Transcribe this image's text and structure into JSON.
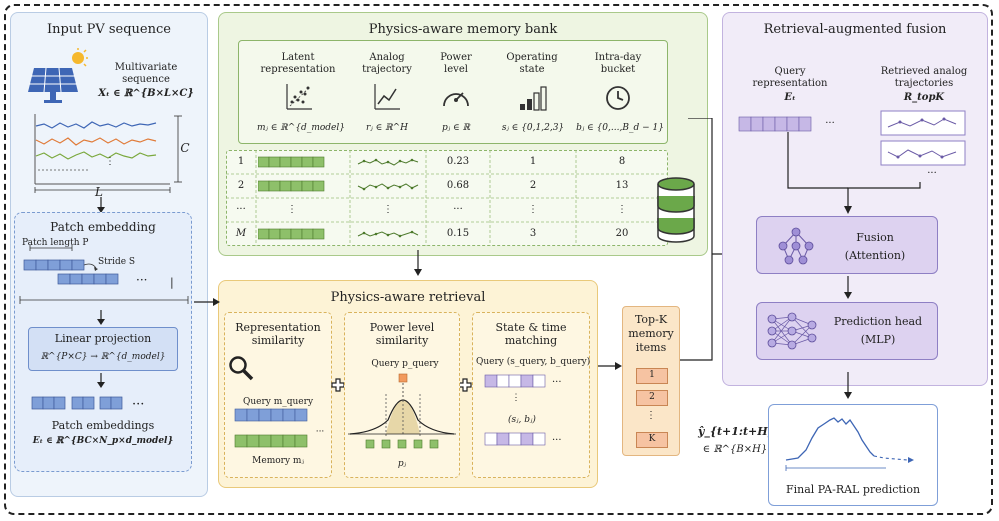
{
  "input_panel": {
    "title": "Input PV sequence",
    "mv_label": "Multivariate",
    "mv_label2": "sequence",
    "mv_formula": "Xₜ ∈ ℝ^{B×L×C}",
    "axis_c": "C",
    "axis_l": "L",
    "dots": "⋮"
  },
  "patch_panel": {
    "title": "Patch embedding",
    "patch_length": "Patch length P",
    "stride": "Stride S",
    "linear_title": "Linear projection",
    "linear_formula": "ℝ^{P×C} → ℝ^{d_model}",
    "pe_title": "Patch embeddings",
    "pe_formula": "Eₜ ∈ ℝ^{BC×N_p×d_model}",
    "ellipsis": "···"
  },
  "memory_bank": {
    "title": "Physics-aware memory bank",
    "headers": [
      {
        "line1": "Latent",
        "line2": "representation",
        "formula": "mⱼ ∈ ℝ^{d_model}",
        "icon": "scatter-icon"
      },
      {
        "line1": "Analog",
        "line2": "trajectory",
        "formula": "rⱼ ∈ ℝ^H",
        "icon": "trend-icon"
      },
      {
        "line1": "Power",
        "line2": "level",
        "formula": "pⱼ ∈ ℝ",
        "icon": "gauge-icon"
      },
      {
        "line1": "Operating",
        "line2": "state",
        "formula": "sⱼ ∈ {0,1,2,3}",
        "icon": "signal-bars-icon"
      },
      {
        "line1": "Intra-day",
        "line2": "bucket",
        "formula": "bⱼ ∈ {0,...,B_d − 1}",
        "icon": "clock-icon"
      }
    ],
    "rows": [
      {
        "idx": "1",
        "power": "0.23",
        "state": "1",
        "bucket": "8"
      },
      {
        "idx": "2",
        "power": "0.68",
        "state": "2",
        "bucket": "13"
      },
      {
        "idx": "···",
        "power": "···",
        "state": "⋮",
        "bucket": "⋮"
      },
      {
        "idx": "M",
        "power": "0.15",
        "state": "3",
        "bucket": "20"
      }
    ]
  },
  "retrieval": {
    "title": "Physics-aware retrieval",
    "rep_title": "Representation",
    "rep_title2": "similarity",
    "query_m": "Query m_query",
    "memory_m": "Memory mⱼ",
    "power_title": "Power level",
    "power_title2": "similarity",
    "query_p": "Query p_query",
    "pj": "pⱼ",
    "state_title": "State & time",
    "state_title2": "matching",
    "query_sb": "Query (s_query, b_query)",
    "sj_bj": "(sⱼ, bⱼ)",
    "ellipsis": "···"
  },
  "topk": {
    "title1": "Top-K",
    "title2": "memory",
    "title3": "items",
    "items": [
      "1",
      "2",
      "⋮",
      "K"
    ]
  },
  "fusion_panel": {
    "title": "Retrieval-augmented fusion",
    "query_rep1": "Query",
    "query_rep2": "representation",
    "query_rep_formula": "Eₜ",
    "retrieved1": "Retrieved analog",
    "retrieved2": "trajectories",
    "retrieved_formula": "R_topK",
    "fusion1": "Fusion",
    "fusion2": "(Attention)",
    "head1": "Prediction head",
    "head2": "(MLP)",
    "ellipsis": "···"
  },
  "output": {
    "formula1": "ŷ_{t+1:t+H}",
    "formula2": "∈ ℝ^{B×H}",
    "title": "Final PA-RAL prediction"
  },
  "colors": {
    "blue_panel": "#eaf1fb",
    "green_panel": "#eef5e4",
    "yellow_panel": "#fdf4d9",
    "purple_panel": "#f1ecf8",
    "orange_item": "#f6c3a2"
  }
}
